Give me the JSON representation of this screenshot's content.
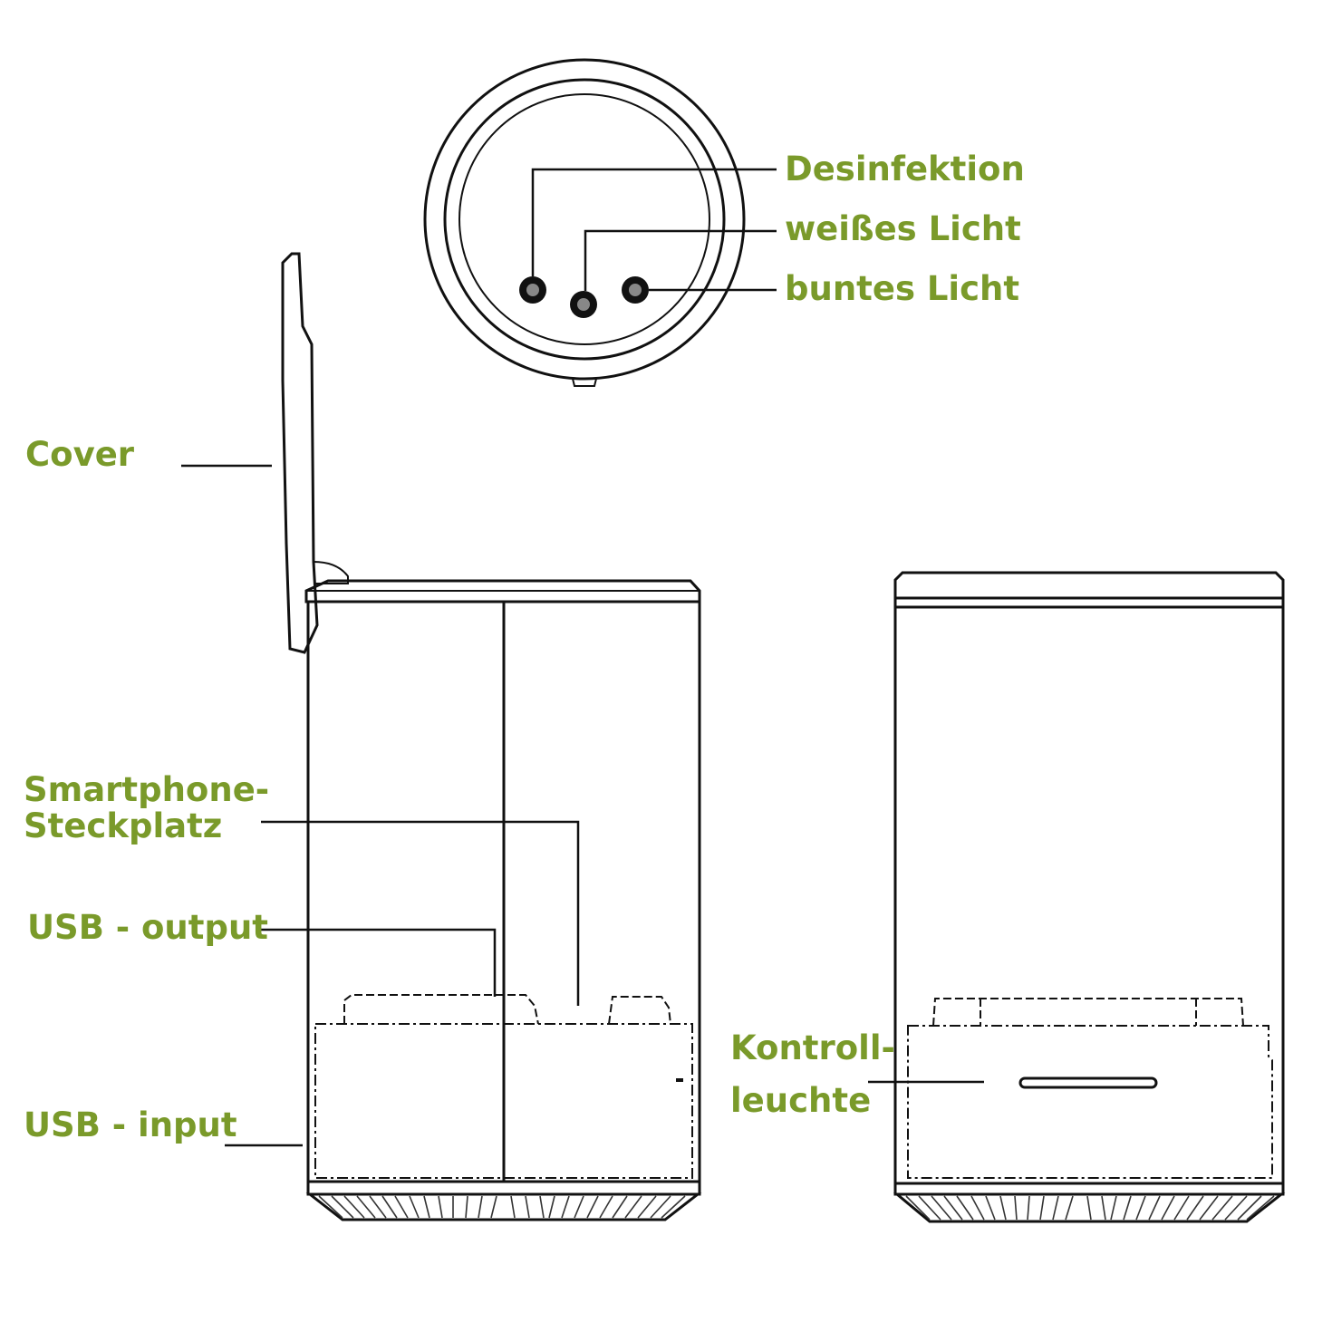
{
  "label_color": "#7a9a2a",
  "line_color": "#111111",
  "labels": {
    "desinfektion": "Desinfektion",
    "weisses_licht": "weißes Licht",
    "buntes_licht": "buntes Licht",
    "cover": "Cover",
    "smartphone_line1": "Smartphone-",
    "smartphone_line2": "Steckplatz",
    "usb_output": "USB - output",
    "usb_input": "USB - input",
    "kontroll_line1": "Kontroll-",
    "kontroll_line2": "leuchte"
  }
}
